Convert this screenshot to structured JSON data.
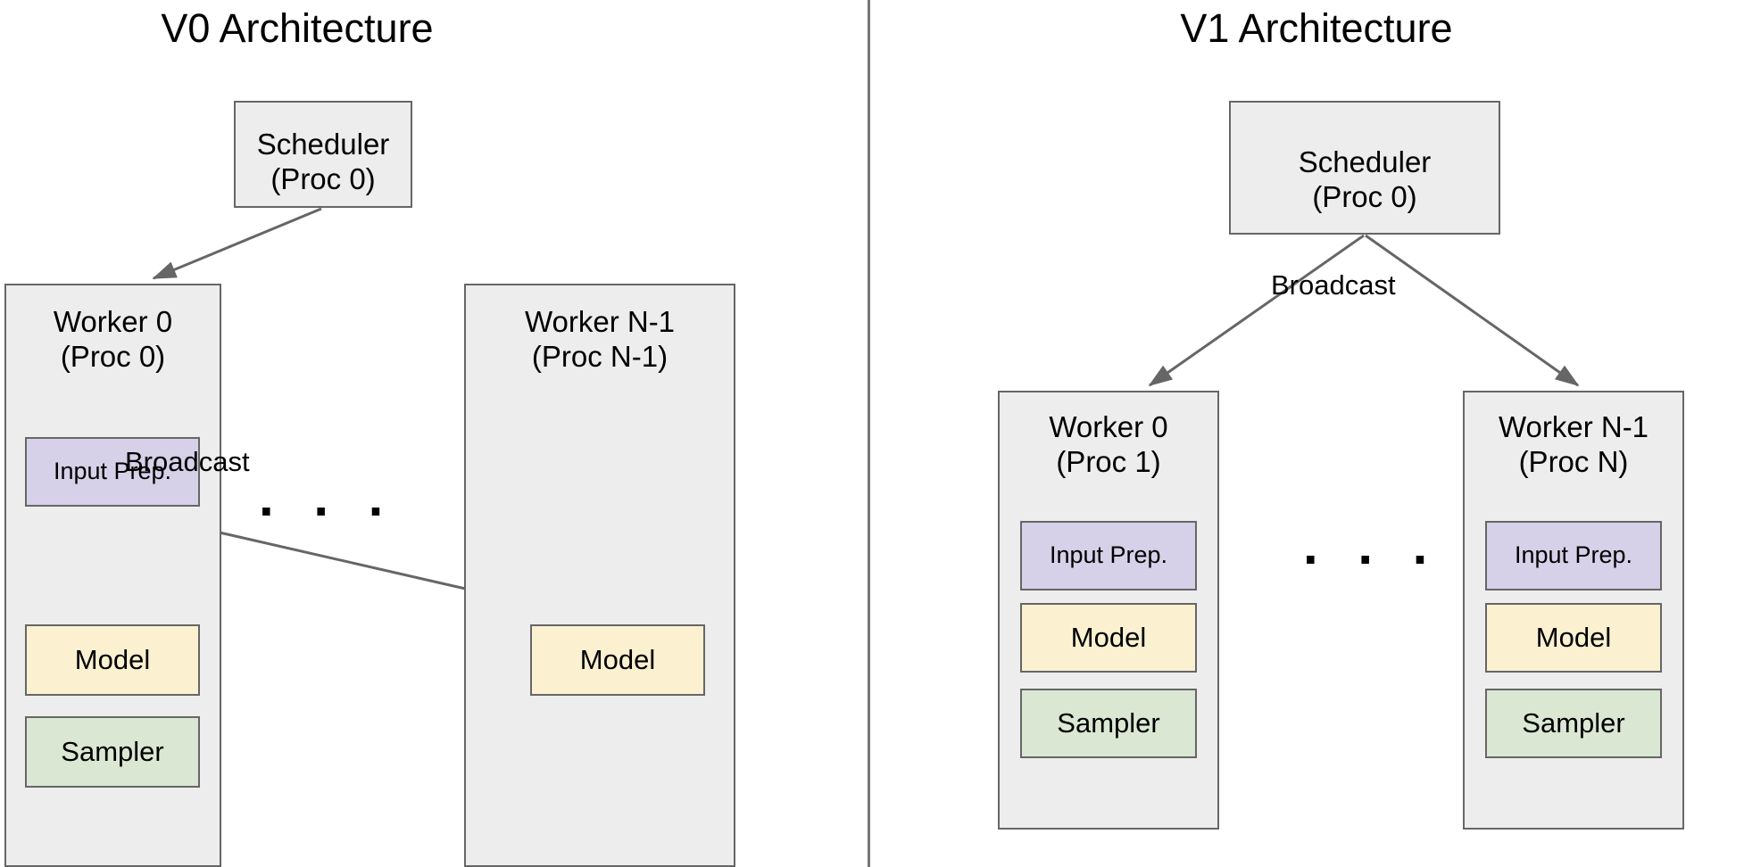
{
  "diagram": {
    "panels": [
      {
        "id": "v0",
        "title": "V0 Architecture",
        "scheduler": {
          "label": "Scheduler\n(Proc 0)"
        },
        "workers": [
          {
            "id": "worker0",
            "label": "Worker 0\n(Proc 0)",
            "components": [
              {
                "name": "input-prep",
                "label": "Input Prep.",
                "color": "#d6d0e8"
              },
              {
                "name": "model",
                "label": "Model",
                "color": "#fbf0d0"
              },
              {
                "name": "sampler",
                "label": "Sampler",
                "color": "#dae8d3"
              }
            ]
          },
          {
            "id": "worker-n-1",
            "label": "Worker N-1\n(Proc N-1)",
            "components": [
              {
                "name": "model",
                "label": "Model",
                "color": "#fbf0d0"
              }
            ]
          }
        ],
        "edge_labels": [
          "Broadcast"
        ],
        "ellipsis": ". . ."
      },
      {
        "id": "v1",
        "title": "V1 Architecture",
        "scheduler": {
          "label": "Scheduler\n(Proc 0)"
        },
        "workers": [
          {
            "id": "worker0",
            "label": "Worker 0\n(Proc 1)",
            "components": [
              {
                "name": "input-prep",
                "label": "Input Prep.",
                "color": "#d6d0e8"
              },
              {
                "name": "model",
                "label": "Model",
                "color": "#fbf0d0"
              },
              {
                "name": "sampler",
                "label": "Sampler",
                "color": "#dae8d3"
              }
            ]
          },
          {
            "id": "worker-n-1",
            "label": "Worker N-1\n(Proc N)",
            "components": [
              {
                "name": "input-prep",
                "label": "Input Prep.",
                "color": "#d6d0e8"
              },
              {
                "name": "model",
                "label": "Model",
                "color": "#fbf0d0"
              },
              {
                "name": "sampler",
                "label": "Sampler",
                "color": "#dae8d3"
              }
            ]
          }
        ],
        "edge_labels": [
          "Broadcast"
        ],
        "ellipsis": ". . ."
      }
    ],
    "colors": {
      "group_fill": "#ededed",
      "border": "#666666",
      "input_prep": "#d6d0e8",
      "model": "#fbf0d0",
      "sampler": "#dae8d3",
      "arrow": "#666666",
      "divider": "#767676",
      "background": "#ffffff",
      "text": "#000000"
    }
  }
}
